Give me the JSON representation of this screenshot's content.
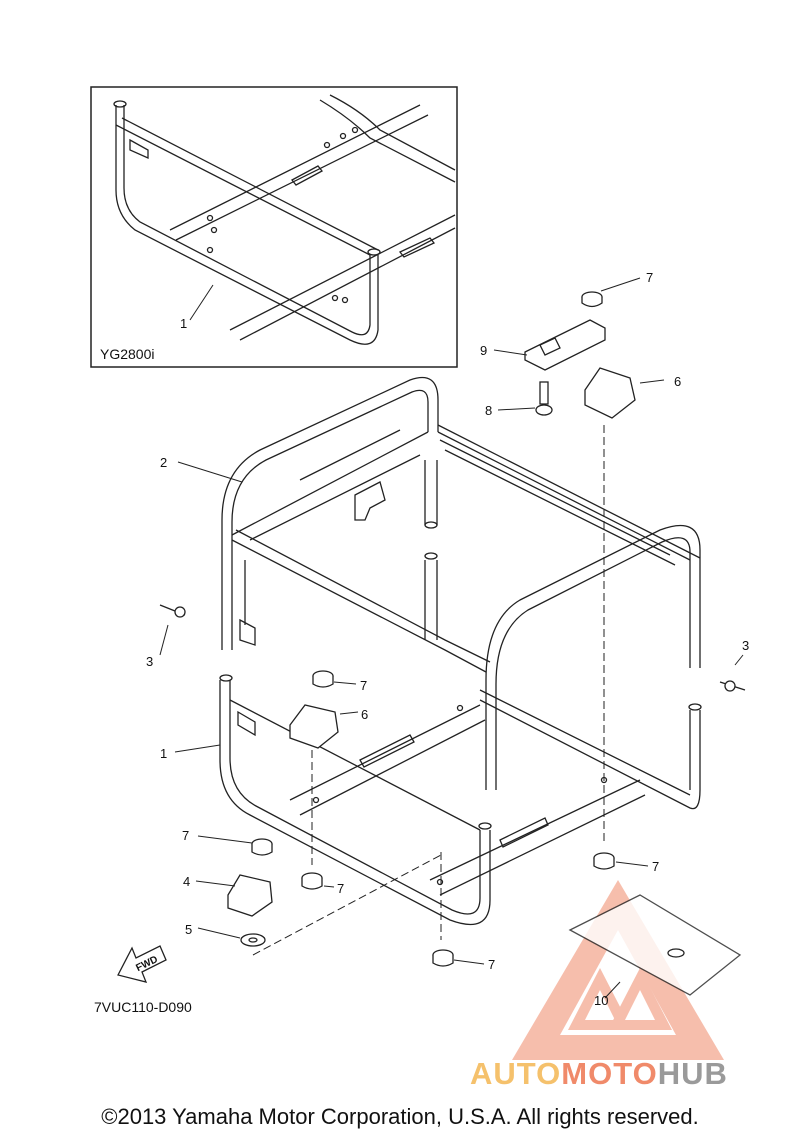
{
  "inset": {
    "model_label": "YG2800i",
    "callout": "1"
  },
  "callouts": {
    "c1": "1",
    "c2": "2",
    "c3a": "3",
    "c3b": "3",
    "c4": "4",
    "c5": "5",
    "c6a": "6",
    "c6b": "6",
    "c7a": "7",
    "c7b": "7",
    "c7c": "7",
    "c7d": "7",
    "c7e": "7",
    "c7f": "7",
    "c8": "8",
    "c9": "9",
    "c10": "10"
  },
  "fwd_label": "FWD",
  "diagram_code": "7VUC110-D090",
  "watermark": {
    "part1": "AUTO",
    "part2": "MOTO",
    "part3": "HUB",
    "colors": {
      "yellow": "#f5c16c",
      "salmon": "#f08a6a",
      "gray": "#9a9a9a"
    }
  },
  "copyright": "©2013 Yamaha Motor Corporation, U.S.A. All rights reserved."
}
